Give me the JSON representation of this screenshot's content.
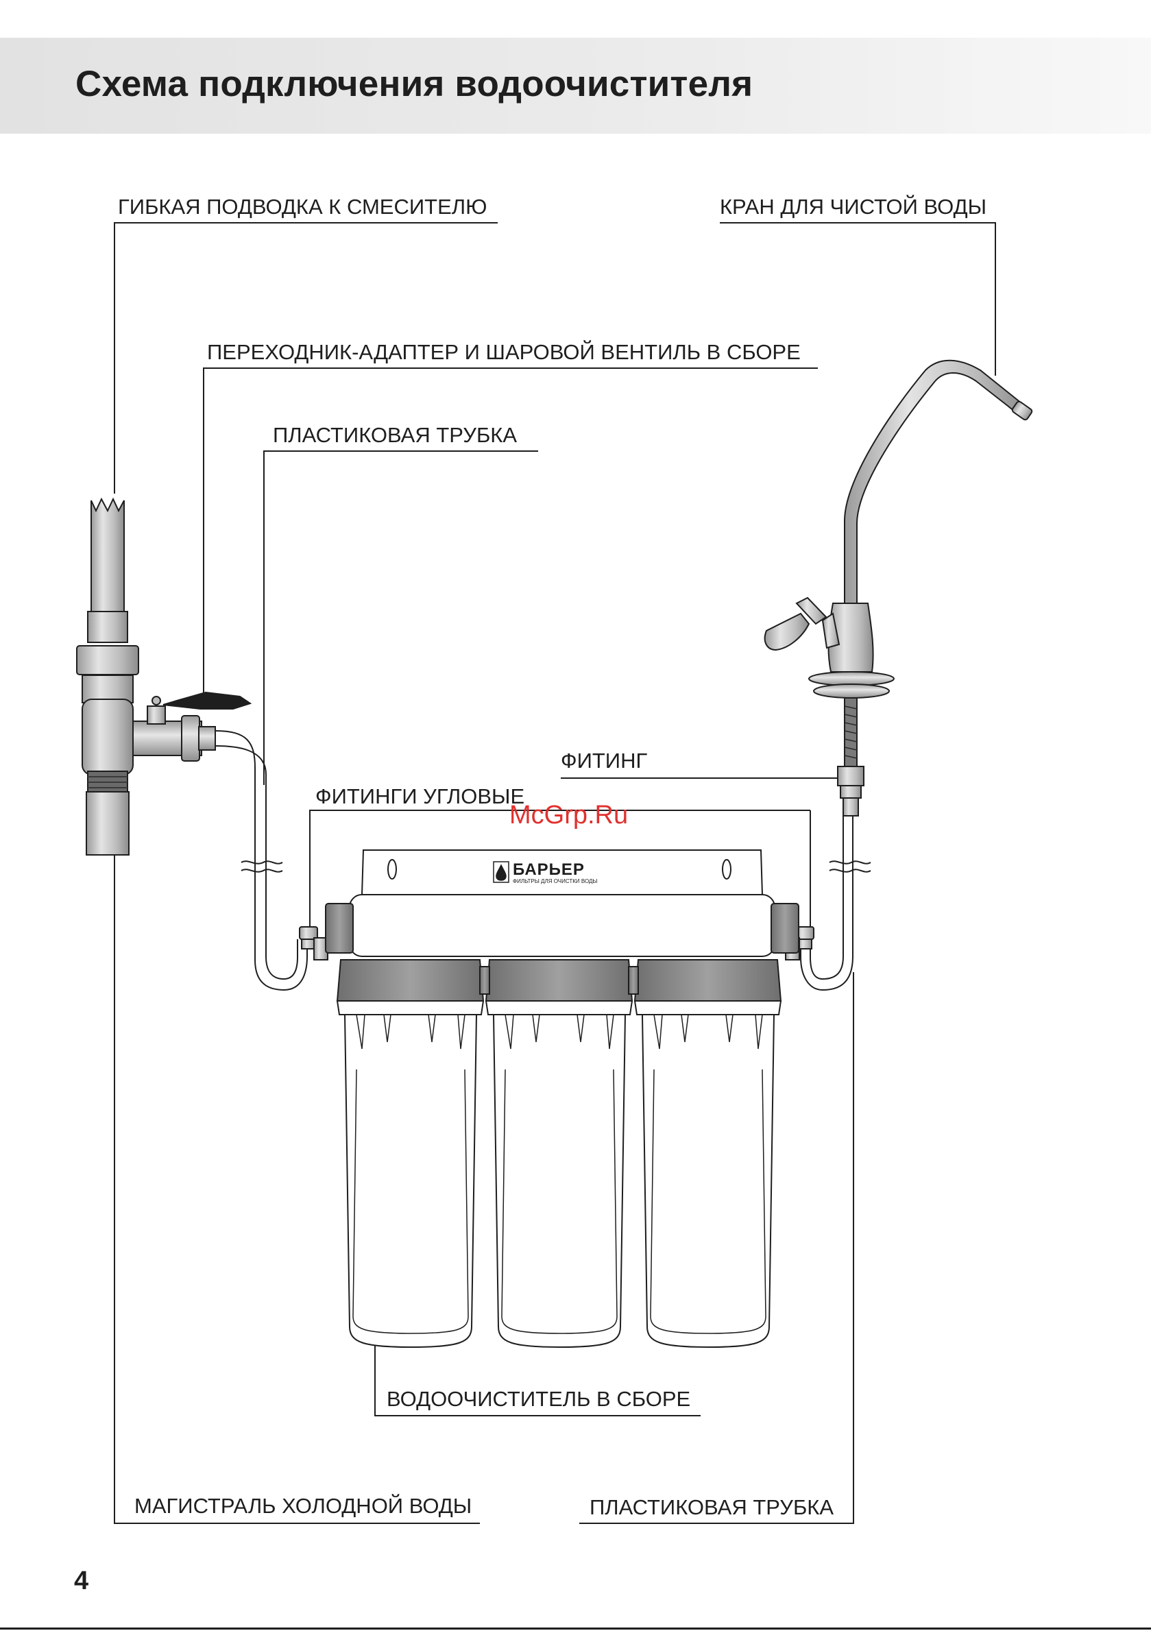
{
  "title": "Схема подключения водоочистителя",
  "labels": {
    "flex_hose": "ГИБКАЯ ПОДВОДКА К СМЕСИТЕЛЮ",
    "clean_tap": "КРАН ДЛЯ ЧИСТОЙ ВОДЫ",
    "adapter_valve": "ПЕРЕХОДНИК-АДАПТЕР И ШАРОВОЙ ВЕНТИЛЬ В СБОРЕ",
    "plastic_tube_top": "ПЛАСТИКОВАЯ ТРУБКА",
    "fitting": "ФИТИНГ",
    "angle_fittings": "ФИТИНГИ УГЛОВЫЕ",
    "purifier_assembly": "ВОДООЧИСТИТЕЛЬ В СБОРЕ",
    "cold_main": "МАГИСТРАЛЬ ХОЛОДНОЙ ВОДЫ",
    "plastic_tube_bottom": "ПЛАСТИКОВАЯ ТРУБКА"
  },
  "brand": {
    "name": "БАРЬЕР",
    "tagline": "ФИЛЬТРЫ ДЛЯ ОЧИСТКИ ВОДЫ"
  },
  "watermark": "McGrp.Ru",
  "page_number": "4",
  "colors": {
    "header_band": "#e6e6e6",
    "line": "#1e1e1e",
    "housing_cap": "#8a8a8a",
    "metal": "#c4c4c4",
    "watermark": "#e0312f"
  }
}
